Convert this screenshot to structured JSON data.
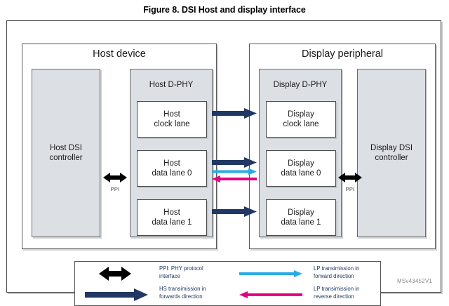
{
  "figure": {
    "title": "Figure 8. DSI Host and display interface",
    "watermark": "MSv43452V1"
  },
  "host_device": {
    "title": "Host device",
    "controller_label": "Host DSI\ncontroller",
    "dphy_label": "Host D-PHY",
    "ppi_label": "PPI",
    "lanes": [
      {
        "label": "Host\nclock lane"
      },
      {
        "label": "Host\ndata lane 0"
      },
      {
        "label": "Host\ndata lane 1"
      }
    ]
  },
  "display_device": {
    "title": "Display peripheral",
    "controller_label": "Display DSI\ncontroller",
    "dphy_label": "Display D-PHY",
    "ppi_label": "PPI",
    "lanes": [
      {
        "label": "Display\nclock lane"
      },
      {
        "label": "Display\ndata lane 0"
      },
      {
        "label": "Display\ndata lane 1"
      }
    ]
  },
  "interconnect": {
    "links": [
      {
        "name": "clock-lane-hs-link",
        "type": "hs",
        "direction": "forward"
      },
      {
        "name": "data-lane-0-hs-link",
        "type": "hs",
        "direction": "forward"
      },
      {
        "name": "data-lane-0-lp-forward-link",
        "type": "lp",
        "direction": "forward"
      },
      {
        "name": "data-lane-0-lp-reverse-link",
        "type": "lp",
        "direction": "reverse"
      },
      {
        "name": "data-lane-1-hs-link",
        "type": "hs",
        "direction": "forward"
      }
    ]
  },
  "legend": {
    "items": [
      {
        "icon": "double-arrow-black",
        "text": "PPI: PHY protocol\ninterface"
      },
      {
        "icon": "arrow-navy-right",
        "text": "HS transimission in\nforwards direction"
      },
      {
        "icon": "arrow-lightblue-right",
        "text": "LP transimission in\nforward direction"
      },
      {
        "icon": "arrow-magenta-left",
        "text": "LP transimission in\nreverse direction"
      }
    ]
  },
  "colors": {
    "hs_navy": "#1F3864",
    "lp_forward_blue": "#29ABE2",
    "lp_reverse_magenta": "#E6007E",
    "block_gray": "#DCE0E5",
    "ppi_black": "#000000"
  }
}
